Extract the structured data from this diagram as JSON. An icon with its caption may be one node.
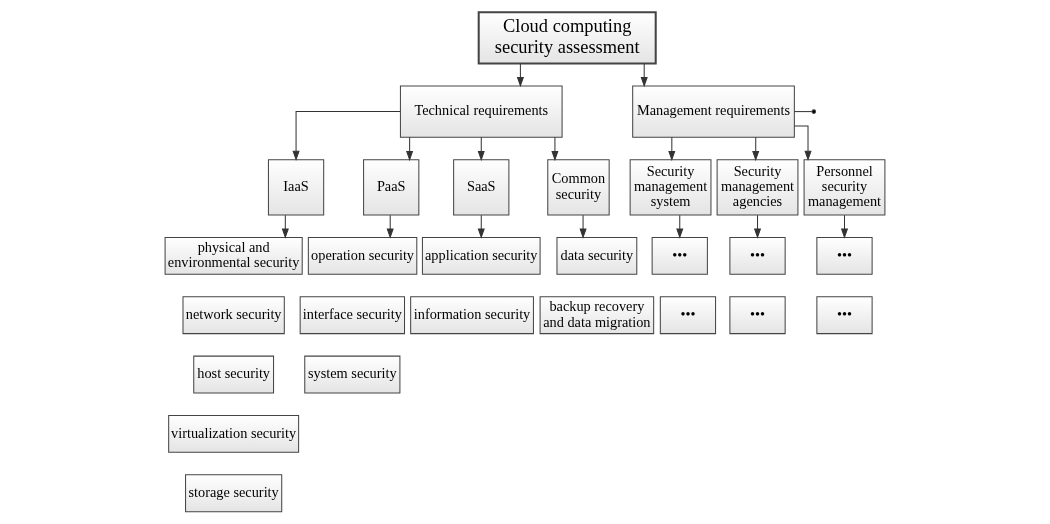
{
  "diagram": {
    "nodes": [
      {
        "text": [
          "Cloud computing security assessment"
        ]
      },
      {
        "text": [
          "Technical requirements"
        ]
      },
      {
        "text": [
          "Management requirements"
        ]
      },
      {
        "text": [
          "IaaS"
        ]
      },
      {
        "text": [
          "PaaS"
        ]
      },
      {
        "text": [
          "SaaS"
        ]
      },
      {
        "text": [
          "Common security"
        ]
      },
      {
        "text": [
          "Security management system"
        ]
      },
      {
        "text": [
          "Security management agencies"
        ]
      },
      {
        "text": [
          "Personnel security management"
        ]
      },
      {
        "text": [
          "physical and environmental security"
        ]
      },
      {
        "text": [
          "network security"
        ]
      },
      {
        "text": [
          "host security"
        ]
      },
      {
        "text": [
          "virtualization security"
        ]
      },
      {
        "text": [
          "storage security"
        ]
      },
      {
        "text": [
          "operation security"
        ]
      },
      {
        "text": [
          "interface security"
        ]
      },
      {
        "text": [
          "system security"
        ]
      },
      {
        "text": [
          "application security"
        ]
      },
      {
        "text": [
          "information security"
        ]
      },
      {
        "text": [
          "data security"
        ]
      },
      {
        "text": [
          "backup recovery and data migration"
        ]
      },
      {
        "text": [
          "•••"
        ]
      },
      {
        "text": [
          "•••"
        ]
      },
      {
        "text": [
          "•••"
        ]
      },
      {
        "text": [
          "•••"
        ]
      },
      {
        "text": [
          "•••"
        ]
      },
      {
        "text": [
          "•••"
        ]
      }
    ],
    "edges": [
      {
        "from": 0,
        "to": 1,
        "arrow": "to"
      },
      {
        "from": 0,
        "to": 2,
        "arrow": "to"
      },
      {
        "from": 1,
        "to": 3,
        "arrow": "to"
      },
      {
        "from": 1,
        "to": 4,
        "arrow": "to"
      },
      {
        "from": 1,
        "to": 5,
        "arrow": "to"
      },
      {
        "from": 1,
        "to": 6,
        "arrow": "to"
      },
      {
        "from": 2,
        "to": 7,
        "arrow": "to"
      },
      {
        "from": 2,
        "to": 8,
        "arrow": "to"
      },
      {
        "from": 2,
        "to": 9,
        "arrow": "to"
      },
      {
        "from": 2,
        "to": null,
        "arrow": "none"
      },
      {
        "from": 3,
        "to": 10,
        "arrow": "to"
      },
      {
        "from": 4,
        "to": 15,
        "arrow": "to"
      },
      {
        "from": 5,
        "to": 18,
        "arrow": "to"
      },
      {
        "from": 6,
        "to": 20,
        "arrow": "to"
      },
      {
        "from": 7,
        "to": 22,
        "arrow": "to"
      },
      {
        "from": 8,
        "to": 24,
        "arrow": "to"
      },
      {
        "from": 9,
        "to": 26,
        "arrow": "to"
      }
    ]
  }
}
